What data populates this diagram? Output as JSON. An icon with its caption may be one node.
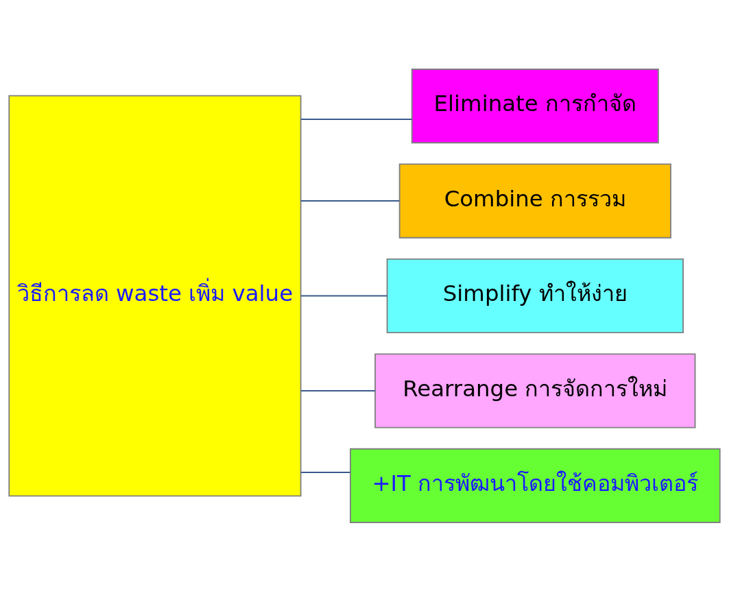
{
  "diagram": {
    "nodes": [
      {
        "text": [
          "วิธีการลด waste เพิ่ม value"
        ]
      },
      {
        "text": [
          "Eliminate การกำจัด"
        ]
      },
      {
        "text": [
          "Combine การรวม"
        ]
      },
      {
        "text": [
          "Simplify ทำให้ง่าย"
        ]
      },
      {
        "text": [
          "Rearrange การจัดการใหม่"
        ]
      },
      {
        "text": [
          "+IT การพัฒนาโดยใช้คอมพิวเตอร์"
        ]
      }
    ],
    "edges": [
      {
        "from": 0,
        "to": 1,
        "arrow": "none"
      },
      {
        "from": 0,
        "to": 2,
        "arrow": "none"
      },
      {
        "from": 0,
        "to": 3,
        "arrow": "none"
      },
      {
        "from": 0,
        "to": 4,
        "arrow": "none"
      },
      {
        "from": 0,
        "to": 5,
        "arrow": "none"
      }
    ]
  }
}
